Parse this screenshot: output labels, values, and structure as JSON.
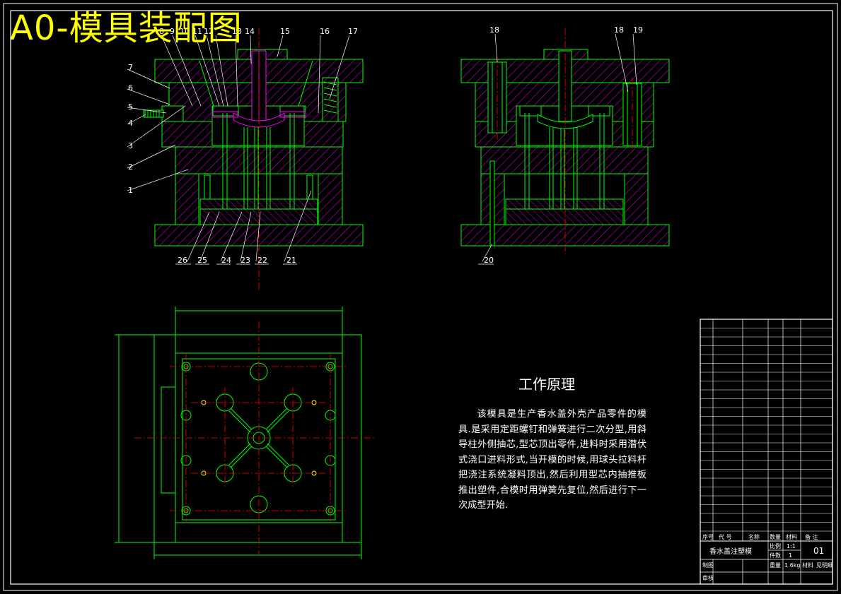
{
  "title": "A0-模具装配图",
  "work_principle": {
    "heading": "工作原理",
    "text": "该模具是生产香水盖外壳产品零件的模具.是采用定距螺钉和弹簧进行二次分型,用斜导柱外侧抽芯,型芯顶出零件,进料时采用潜伏式浇口进料形式,当开模的时候,用球头拉料杆把浇注系统凝料顶出,然后利用型芯内抽推板推出塑件,合模时用弹簧先复位,然后进行下一次成型开始."
  },
  "balloons_left": [
    "1",
    "2",
    "3",
    "4",
    "5",
    "6",
    "7",
    "8",
    "9",
    "10",
    "11",
    "12",
    "13",
    "14",
    "15",
    "16",
    "17",
    "21",
    "22",
    "23",
    "24",
    "25",
    "26"
  ],
  "balloons_right": [
    "18",
    "18",
    "19",
    "20"
  ],
  "title_block": {
    "header": [
      "序号",
      "代  号",
      "名称",
      "数量",
      "材料",
      "备 注"
    ],
    "part_name": "香水盖注塑模",
    "scale_label": "比例",
    "scale": "1:1",
    "qty_label": "件数",
    "qty": "1",
    "weight_label": "重量",
    "weight": "1.6kg",
    "material_label": "材料",
    "material": "见明细",
    "drawing_no": "01",
    "drafted_label": "制图",
    "checked_label": "审核"
  },
  "colors": {
    "bg": "#000000",
    "line": "#00ff00",
    "center": "#ff0000",
    "hatch": "#c000c0",
    "text": "#ffffff",
    "title": "#ffff00",
    "part": "#ff00ff"
  }
}
